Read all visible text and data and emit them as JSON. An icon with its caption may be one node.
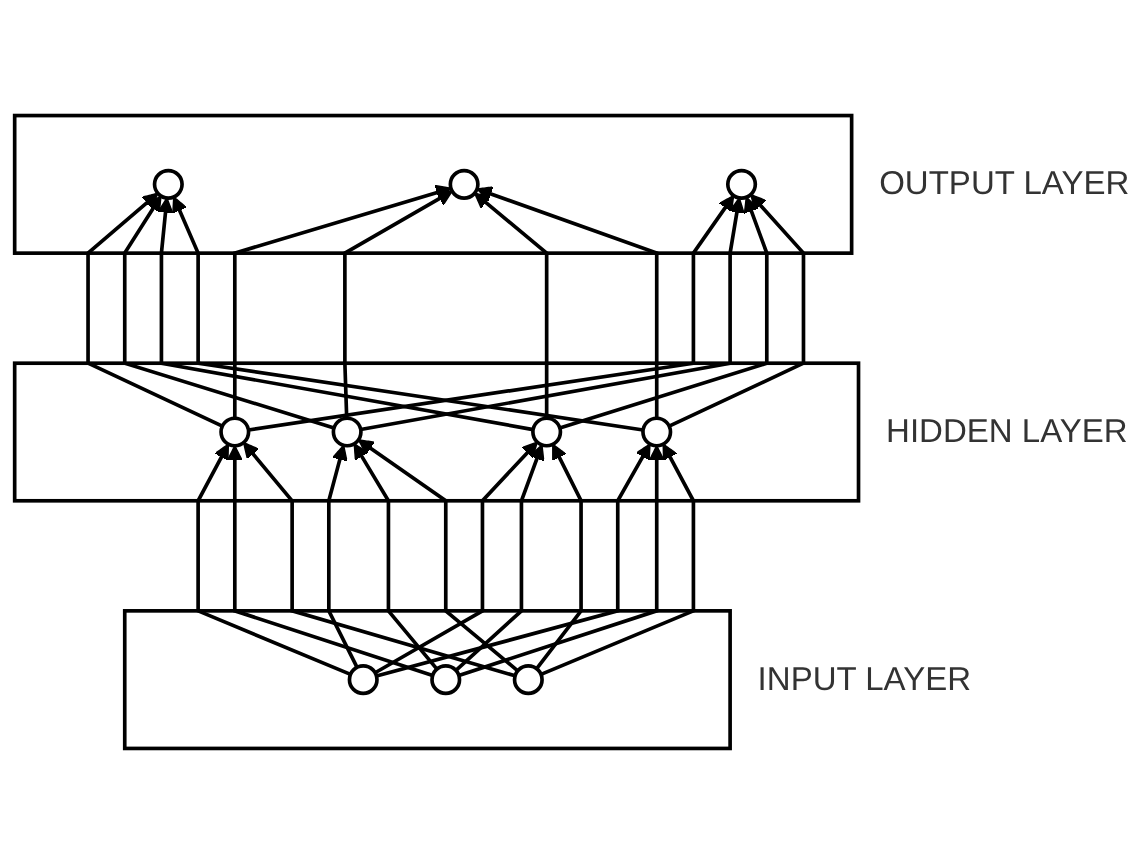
{
  "diagram": {
    "nodes": [
      {
        "text": [
          "OUTPUT LAYER"
        ]
      },
      {
        "text": [],
        "shape": "circle",
        "in": 0
      },
      {
        "text": [],
        "shape": "circle",
        "in": 0
      },
      {
        "text": [],
        "shape": "circle",
        "in": 0
      },
      {
        "text": [
          "HIDDEN LAYER"
        ]
      },
      {
        "text": [],
        "shape": "circle",
        "in": 4
      },
      {
        "text": [],
        "shape": "circle",
        "in": 4
      },
      {
        "text": [],
        "shape": "circle",
        "in": 4
      },
      {
        "text": [],
        "shape": "circle",
        "in": 4
      },
      {
        "text": [
          "INPUT LAYER"
        ]
      },
      {
        "text": [],
        "shape": "circle",
        "in": 9
      },
      {
        "text": [],
        "shape": "circle",
        "in": 9
      },
      {
        "text": [],
        "shape": "circle",
        "in": 9
      }
    ],
    "edges": [
      {
        "from": 10,
        "to": 5,
        "arrow": "to"
      },
      {
        "from": 10,
        "to": 6,
        "arrow": "to"
      },
      {
        "from": 10,
        "to": 7,
        "arrow": "to"
      },
      {
        "from": 10,
        "to": 8,
        "arrow": "to"
      },
      {
        "from": 11,
        "to": 5,
        "arrow": "to"
      },
      {
        "from": 11,
        "to": 6,
        "arrow": "to"
      },
      {
        "from": 11,
        "to": 7,
        "arrow": "to"
      },
      {
        "from": 11,
        "to": 8,
        "arrow": "to"
      },
      {
        "from": 12,
        "to": 5,
        "arrow": "to"
      },
      {
        "from": 12,
        "to": 6,
        "arrow": "to"
      },
      {
        "from": 12,
        "to": 7,
        "arrow": "to"
      },
      {
        "from": 12,
        "to": 8,
        "arrow": "to"
      },
      {
        "from": 5,
        "to": 1,
        "arrow": "to"
      },
      {
        "from": 5,
        "to": 2,
        "arrow": "to"
      },
      {
        "from": 5,
        "to": 3,
        "arrow": "to"
      },
      {
        "from": 6,
        "to": 1,
        "arrow": "to"
      },
      {
        "from": 6,
        "to": 2,
        "arrow": "to"
      },
      {
        "from": 6,
        "to": 3,
        "arrow": "to"
      },
      {
        "from": 7,
        "to": 1,
        "arrow": "to"
      },
      {
        "from": 7,
        "to": 2,
        "arrow": "to"
      },
      {
        "from": 7,
        "to": 3,
        "arrow": "to"
      },
      {
        "from": 8,
        "to": 1,
        "arrow": "to"
      },
      {
        "from": 8,
        "to": 2,
        "arrow": "to"
      },
      {
        "from": 8,
        "to": 3,
        "arrow": "to"
      }
    ]
  }
}
